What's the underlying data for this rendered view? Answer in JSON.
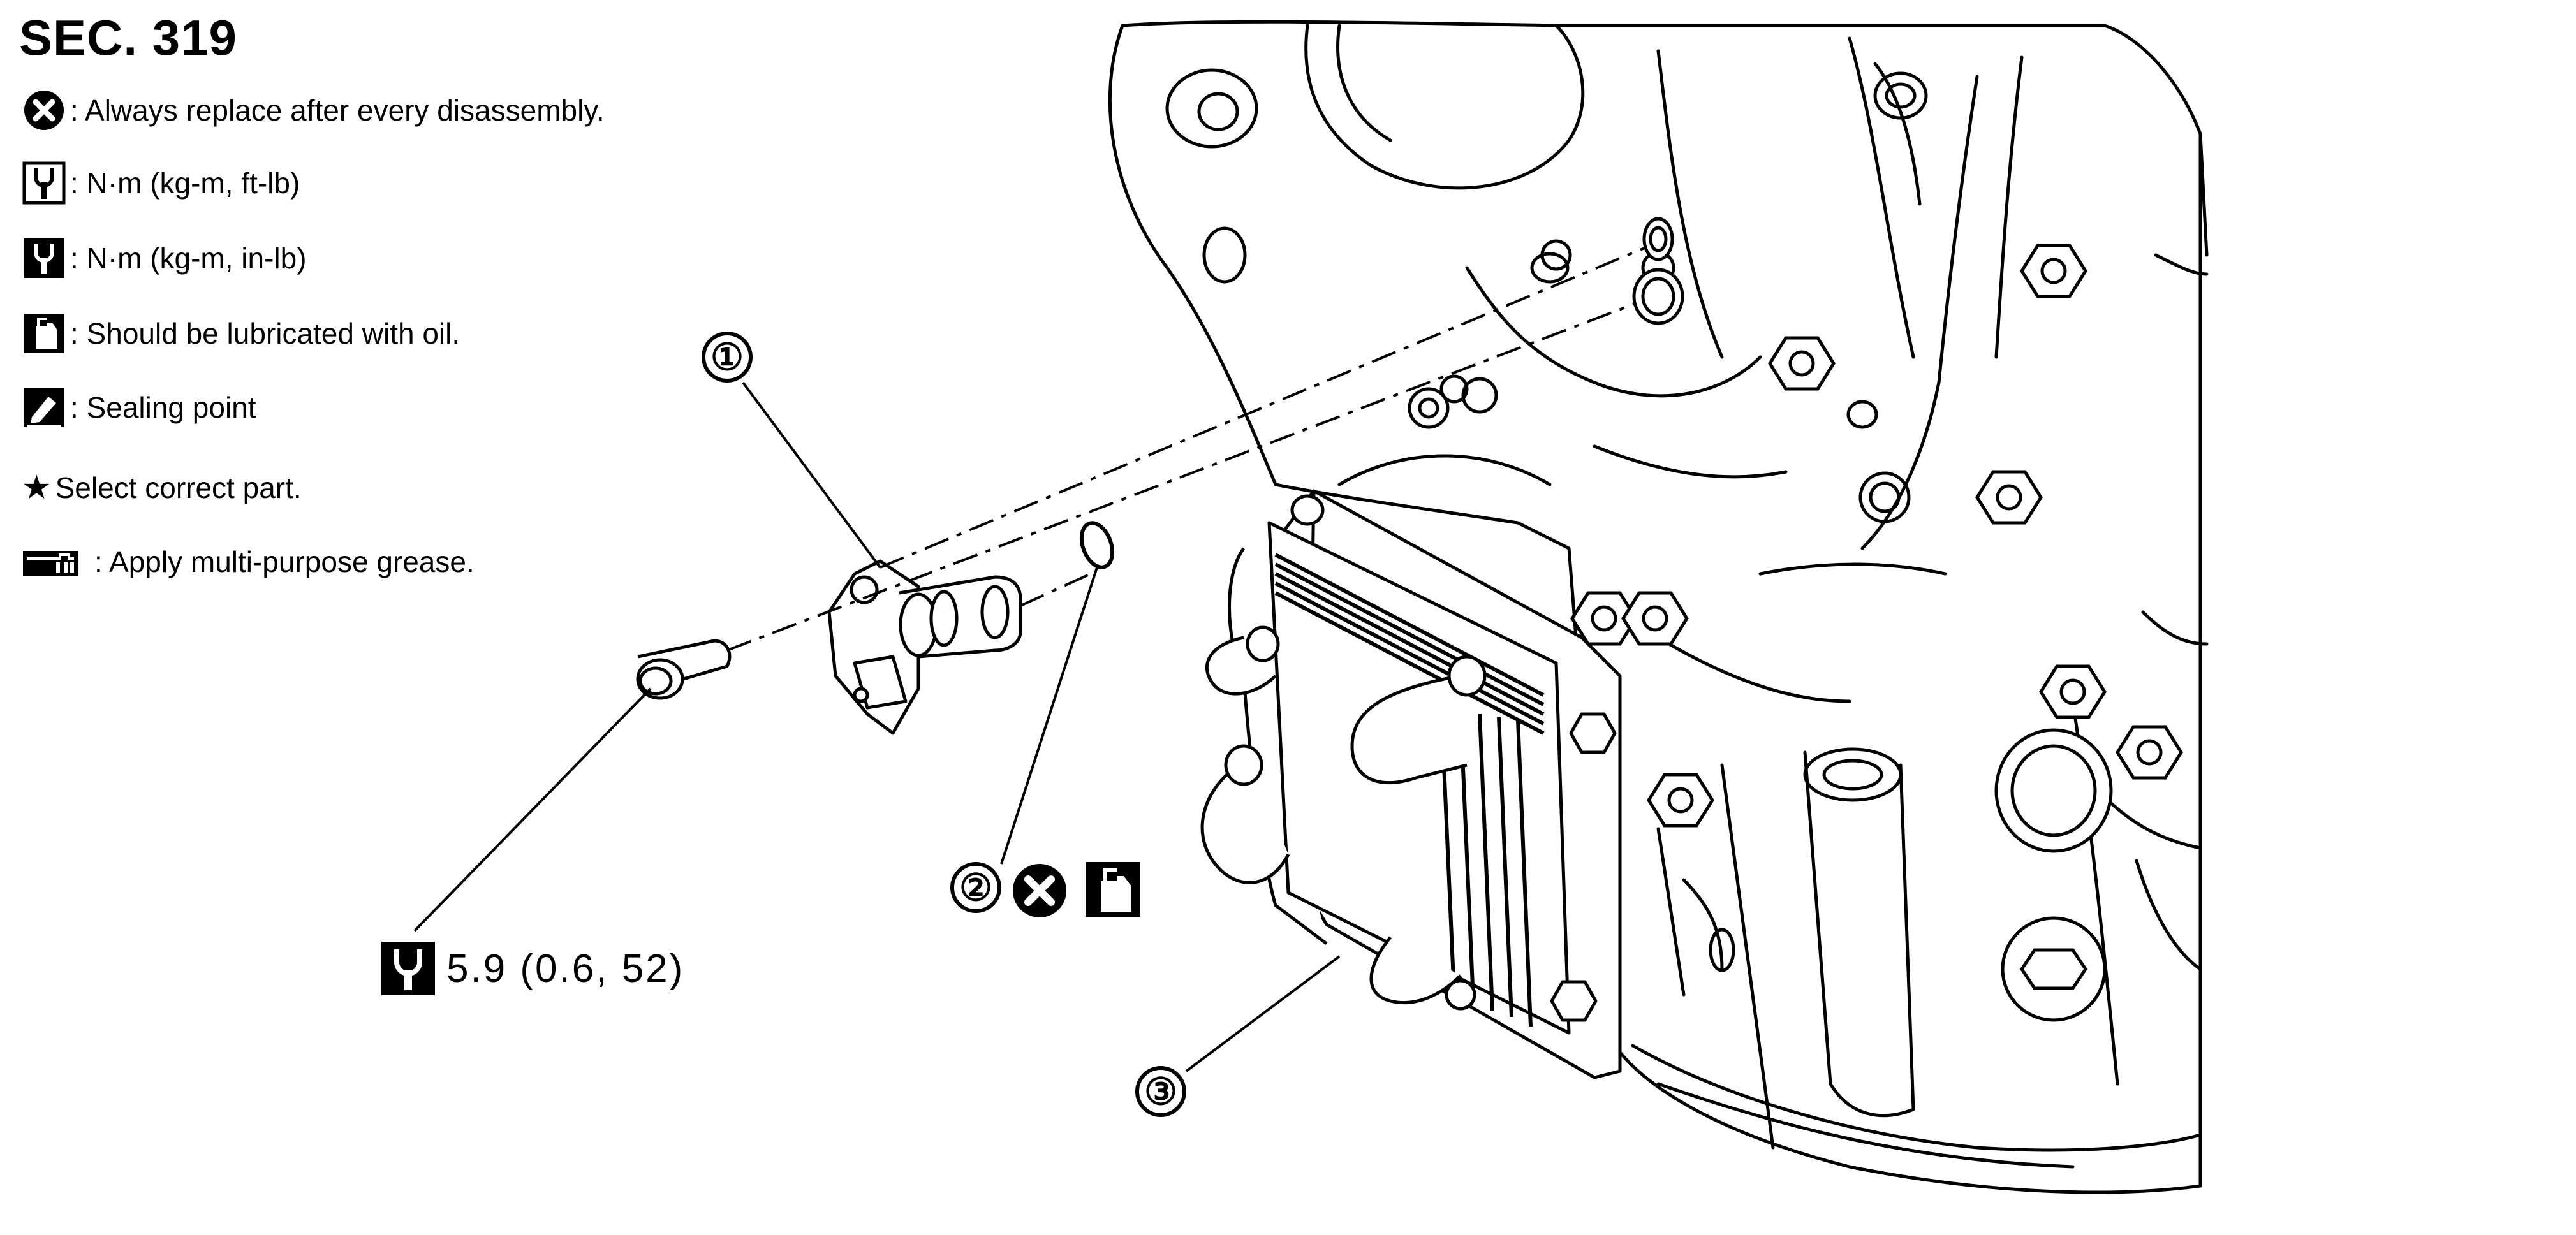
{
  "section": {
    "title": "SEC. 319"
  },
  "legend": [
    {
      "icon": "always-replace-icon",
      "text": ": Always replace after every disassembly."
    },
    {
      "icon": "torque-ft-lb-icon",
      "text": ": N·m (kg-m, ft-lb)"
    },
    {
      "icon": "torque-in-lb-icon",
      "text": ": N·m (kg-m, in-lb)"
    },
    {
      "icon": "oil-can-icon",
      "text": ": Should be lubricated with oil."
    },
    {
      "icon": "sealing-point-icon",
      "text": ": Sealing point"
    },
    {
      "icon": "star-icon",
      "symbol": "★",
      "text": " Select correct part."
    },
    {
      "icon": "grease-icon",
      "text": ": Apply multi-purpose grease."
    }
  ],
  "callouts": [
    {
      "number": "①",
      "part": "sensor"
    },
    {
      "number": "②",
      "part": "o-ring"
    },
    {
      "number": "③",
      "part": "oil-cooler"
    }
  ],
  "torque": {
    "value": "5.9 (0.6, 52)"
  }
}
